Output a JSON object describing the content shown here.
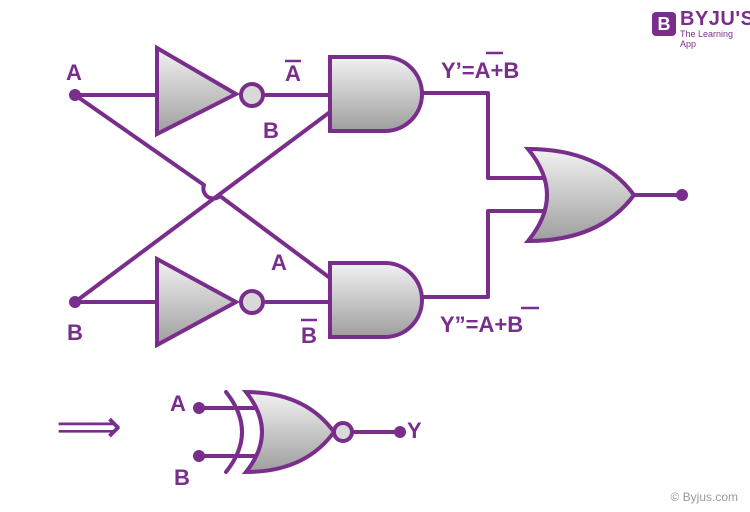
{
  "brand": {
    "name": "BYJU'S",
    "letter": "B",
    "tagline": "The Learning App",
    "copyright": "© Byjus.com"
  },
  "labels": {
    "input_a": "A",
    "input_b": "B",
    "not_a": "A",
    "not_b": "B",
    "and_top_input_b": "B",
    "and_bottom_input_a": "A",
    "y_prime": "Y’=A+B",
    "y_double_prime": "Y”=A+B",
    "arrow": "⟹",
    "xnor_input_a": "A",
    "xnor_input_b": "B",
    "xnor_output": "Y"
  },
  "colors": {
    "wire": "#7a2e8c",
    "gate_fill_light": "#f2f2f2",
    "gate_fill_dark": "#9e9e9e"
  }
}
